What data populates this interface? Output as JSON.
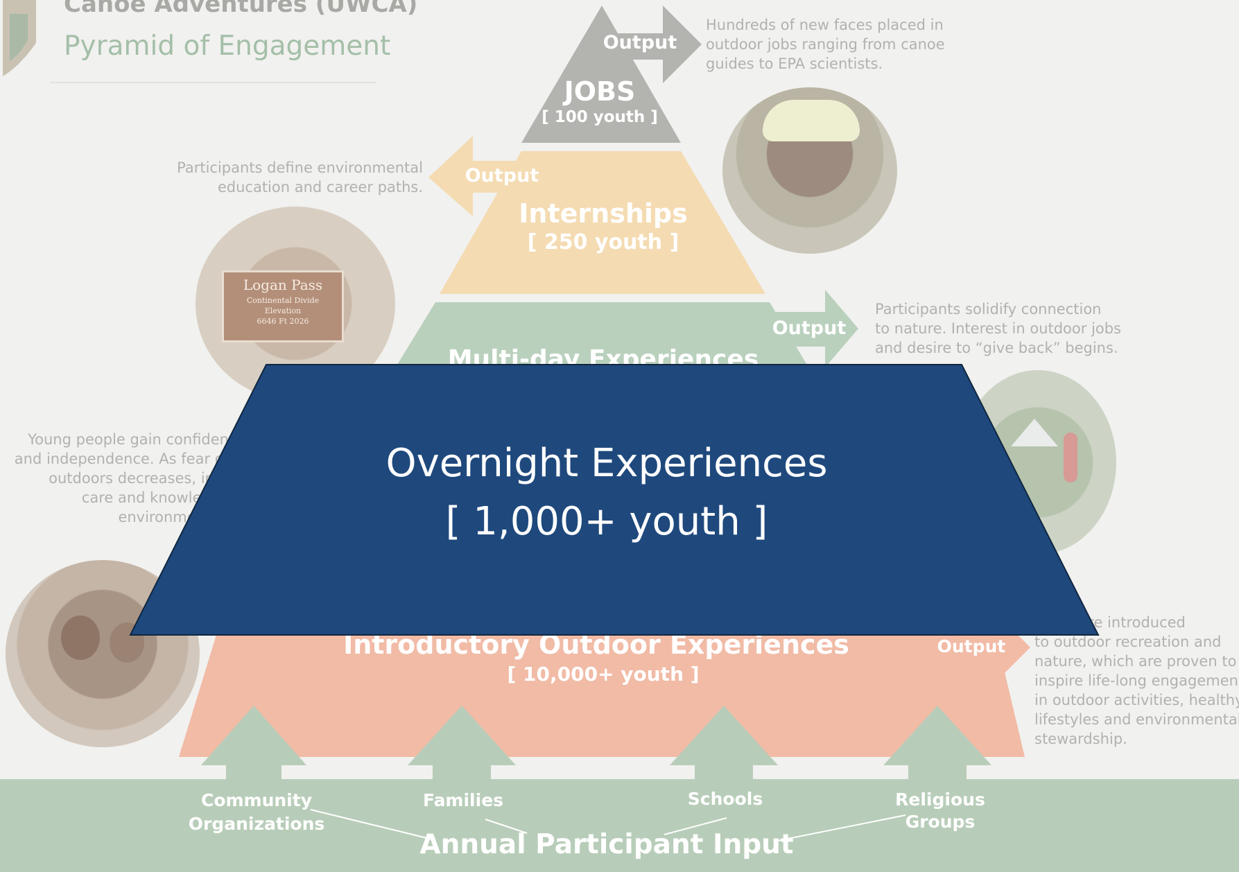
{
  "header": {
    "title": "Canoe Adventures (UWCA)",
    "subtitle": "Pyramid of Engagement"
  },
  "pyramid": {
    "jobs": {
      "label": "JOBS",
      "count": "[ 100 youth ]",
      "output": "Output",
      "description": [
        "Hundreds of new faces placed in",
        "outdoor jobs ranging from canoe",
        "guides to EPA scientists."
      ]
    },
    "internships": {
      "label": "Internships",
      "count": "[ 250 youth ]",
      "output": "Output",
      "description": [
        "Participants define environmental",
        "education and career paths."
      ]
    },
    "multiday": {
      "label": "Multi-day Experiences",
      "output": "Output",
      "description": [
        "Participants solidify connection",
        "to nature. Interest in outdoor jobs",
        "and desire to “give back” begins."
      ]
    },
    "overnight": {
      "label": "Overnight Experiences",
      "count": "[ 1,000+ youth ]",
      "description": [
        "Young people gain confiden",
        "and independence. As fear of",
        "outdoors decreases, inte",
        "care and knowledge",
        "environment in"
      ]
    },
    "introductory": {
      "label": "Introductory Outdoor Experiences",
      "count": "[ 10,000+ youth ]",
      "output": "Output",
      "description": [
        "Youth are introduced",
        "to outdoor recreation and",
        "nature, which are proven to",
        "inspire life-long engagement",
        "in outdoor activities, healthy",
        "lifestyles and environmental",
        "stewardship."
      ]
    }
  },
  "inputs": {
    "sources": [
      "Community",
      "Organizations",
      "Families",
      "Schools",
      "Religious",
      "Groups"
    ],
    "caption": "Annual Participant Input"
  },
  "photo_signs": {
    "logan": "Logan Pass",
    "divide": "Continental Divide",
    "elevation": "Elevation",
    "feet": "6646 Ft  2026"
  },
  "colors": {
    "background": "#f1f1ef",
    "jobs": "#b3b3b0",
    "internships": "#f4dbb2",
    "multiday": "#b9d0bd",
    "introductory": "#f1bba6",
    "input_band": "#b8cdb9",
    "overnight_focus": "#1f497d"
  }
}
